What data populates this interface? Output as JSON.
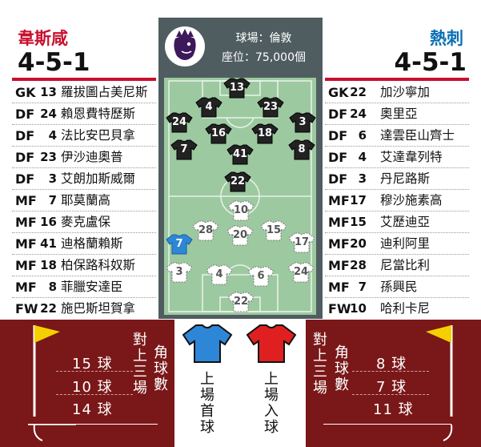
{
  "home": {
    "name": "韋斯咸",
    "formation": "4-5-1",
    "players": [
      {
        "pos": "GK",
        "num": "13",
        "name": "羅拔圖占美尼斯"
      },
      {
        "pos": "DF",
        "num": "24",
        "name": "賴恩費特歷斯"
      },
      {
        "pos": "DF",
        "num": "4",
        "name": "法比安巴貝拿"
      },
      {
        "pos": "DF",
        "num": "23",
        "name": "伊沙迪奧普"
      },
      {
        "pos": "DF",
        "num": "3",
        "name": "艾朗加斯威爾"
      },
      {
        "pos": "MF",
        "num": "7",
        "name": "耶莫蘭高"
      },
      {
        "pos": "MF",
        "num": "16",
        "name": "麥克盧保"
      },
      {
        "pos": "MF",
        "num": "41",
        "name": "迪格蘭賴斯"
      },
      {
        "pos": "MF",
        "num": "18",
        "name": "柏保路科奴斯"
      },
      {
        "pos": "MF",
        "num": "8",
        "name": "菲臘安達臣"
      },
      {
        "pos": "FW",
        "num": "22",
        "name": "施巴斯坦賀拿"
      }
    ]
  },
  "away": {
    "name": "熱刺",
    "formation": "4-5-1",
    "players": [
      {
        "pos": "GK",
        "num": "22",
        "name": "加沙寧加"
      },
      {
        "pos": "DF",
        "num": "24",
        "name": "奧里亞"
      },
      {
        "pos": "DF",
        "num": "6",
        "name": "達雲臣山齊士"
      },
      {
        "pos": "DF",
        "num": "4",
        "name": "艾達韋列特"
      },
      {
        "pos": "DF",
        "num": "3",
        "name": "丹尼路斯"
      },
      {
        "pos": "MF",
        "num": "17",
        "name": "穆沙施素高"
      },
      {
        "pos": "MF",
        "num": "15",
        "name": "艾歷迪亞"
      },
      {
        "pos": "MF",
        "num": "20",
        "name": "迪利阿里"
      },
      {
        "pos": "MF",
        "num": "28",
        "name": "尼當比利"
      },
      {
        "pos": "MF",
        "num": "7",
        "name": "孫興民"
      },
      {
        "pos": "FW",
        "num": "10",
        "name": "哈利卡尼"
      }
    ]
  },
  "venue": {
    "line1": "球場：倫敦",
    "line2": "座位：75,000個"
  },
  "pitch": {
    "top_team": [
      "13",
      "4",
      "23",
      "24",
      "16",
      "18",
      "3",
      "7",
      "41",
      "8",
      "22"
    ],
    "bottom_team": [
      "10",
      "28",
      "20",
      "15",
      "7",
      "17",
      "3",
      "4",
      "6",
      "24",
      "22"
    ]
  },
  "stats": {
    "home": {
      "values": [
        "15 球",
        "10 球",
        "14 球"
      ]
    },
    "away": {
      "values": [
        "8 球",
        "7 球",
        "11 球"
      ]
    },
    "label_recent": "對上三場",
    "label_corners": "角球數",
    "label_first": "上場首球",
    "label_conceded": "上場入球"
  },
  "colors": {
    "home": "#c8102e",
    "away": "#0a6fb5",
    "stats_bg": "#7a1718",
    "panel": "#4f5d60",
    "pitch": "#9dc9a0",
    "shirt_first": "#2e86d6",
    "shirt_conceded": "#e02020",
    "flag": "#f5d000"
  }
}
